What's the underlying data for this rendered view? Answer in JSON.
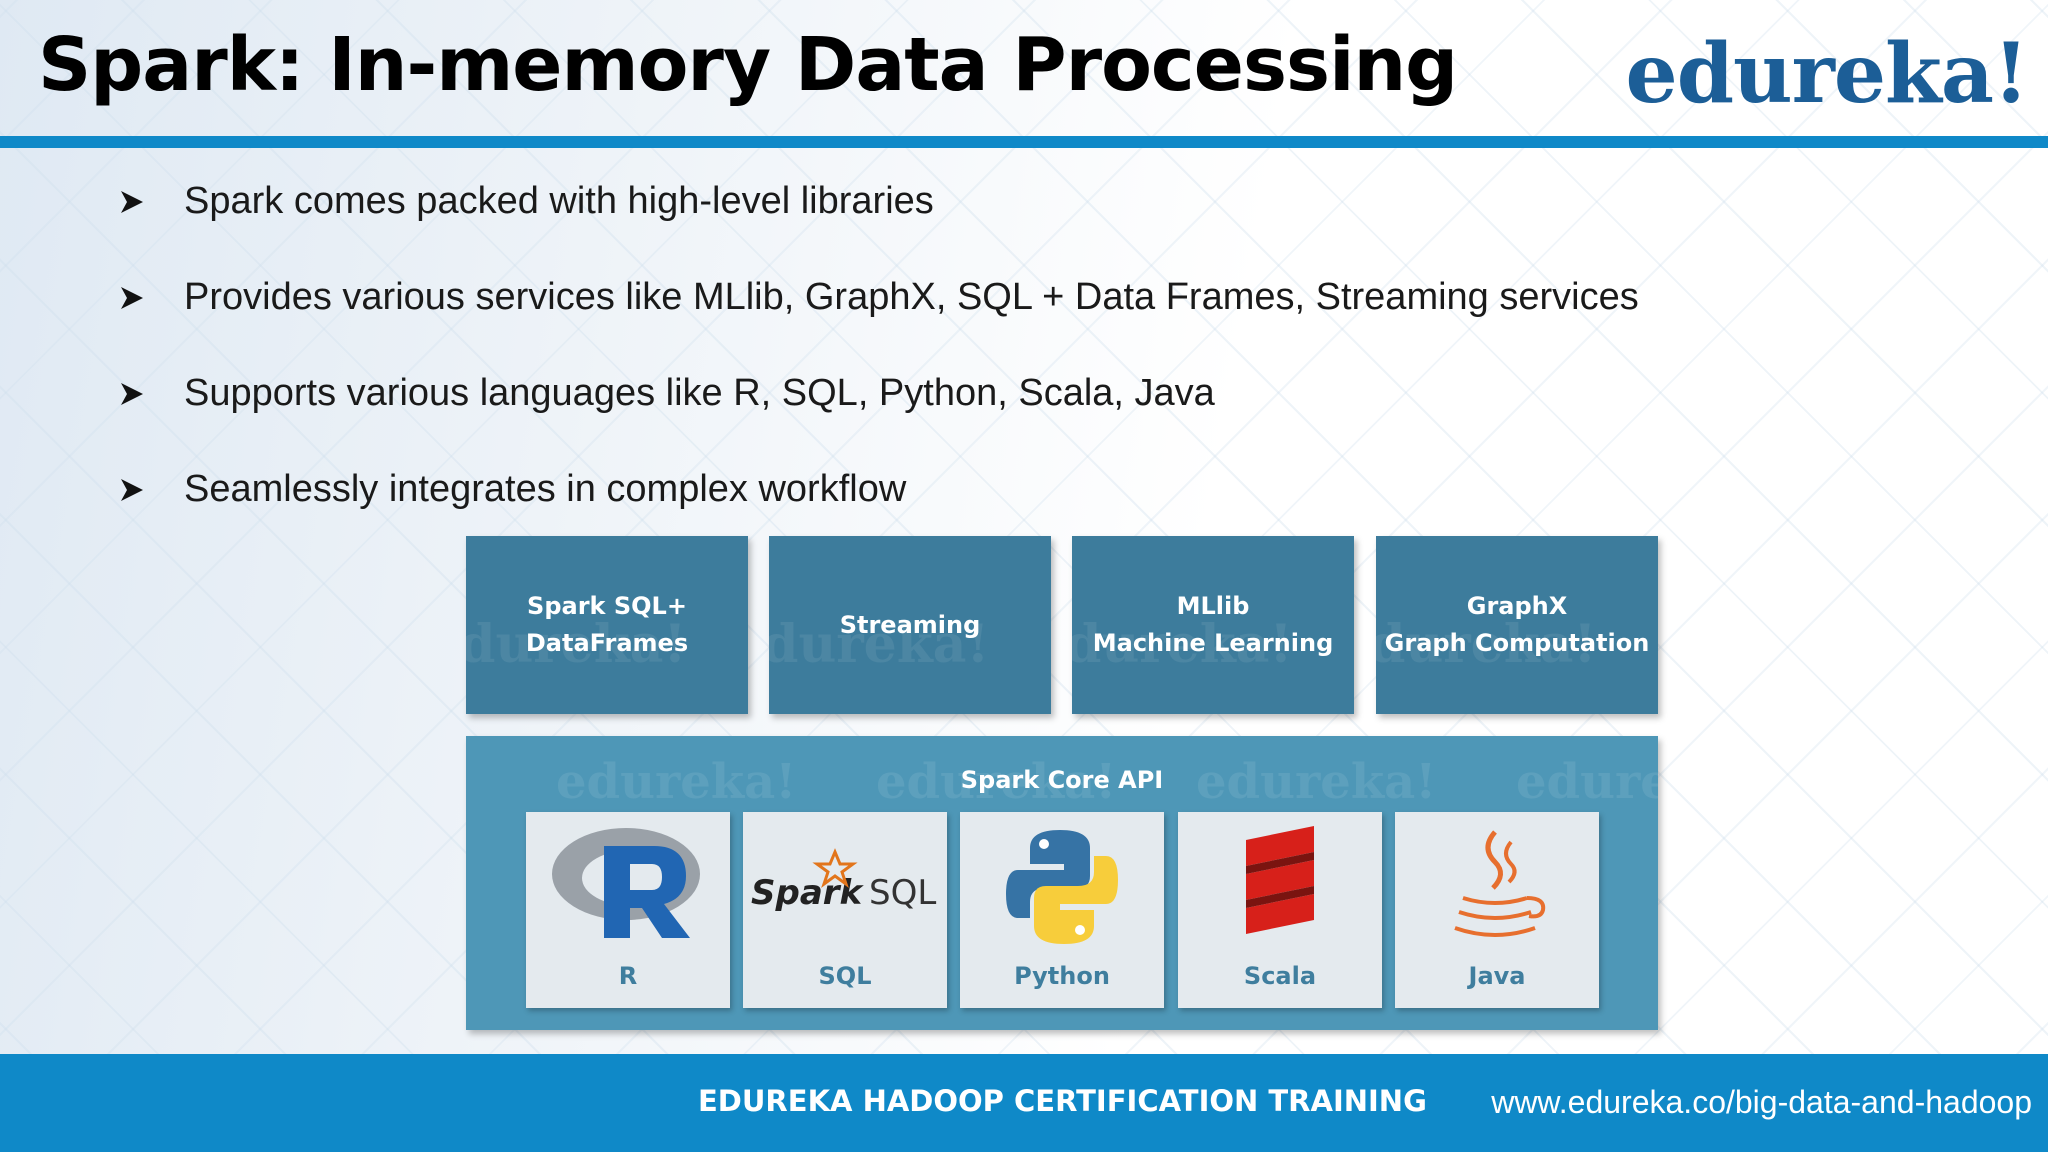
{
  "header": {
    "title": "Spark: In-memory Data Processing",
    "logo": "edureka!"
  },
  "bullets": [
    "Spark comes packed with high-level libraries",
    "Provides various services like MLlib, GraphX, SQL + Data Frames, Streaming services",
    "Supports various languages like R, SQL, Python, Scala, Java",
    "Seamlessly integrates in complex workflow"
  ],
  "diagram": {
    "top_boxes": [
      {
        "line1": "Spark SQL+",
        "line2": "DataFrames"
      },
      {
        "line1": "Streaming",
        "line2": ""
      },
      {
        "line1": "MLlib",
        "line2": "Machine Learning"
      },
      {
        "line1": "GraphX",
        "line2": "Graph Computation"
      }
    ],
    "core_title": "Spark Core API",
    "languages": [
      {
        "label": "R",
        "icon": "r-logo-icon"
      },
      {
        "label": "SQL",
        "icon": "spark-sql-logo-icon",
        "logo_text_spark": "Spark",
        "logo_text_sql": "SQL"
      },
      {
        "label": "Python",
        "icon": "python-logo-icon"
      },
      {
        "label": "Scala",
        "icon": "scala-logo-icon"
      },
      {
        "label": "Java",
        "icon": "java-logo-icon"
      }
    ],
    "colors": {
      "top_box": "#3d7c9c",
      "core": "#4e97b7",
      "lang_tile": "#e4eaee"
    }
  },
  "footer": {
    "left": "EDUREKA HADOOP CERTIFICATION TRAINING",
    "right": "www.edureka.co/big-data-and-hadoop"
  },
  "colors": {
    "accent_blue": "#0f89c8",
    "logo_blue": "#1c5e97"
  }
}
